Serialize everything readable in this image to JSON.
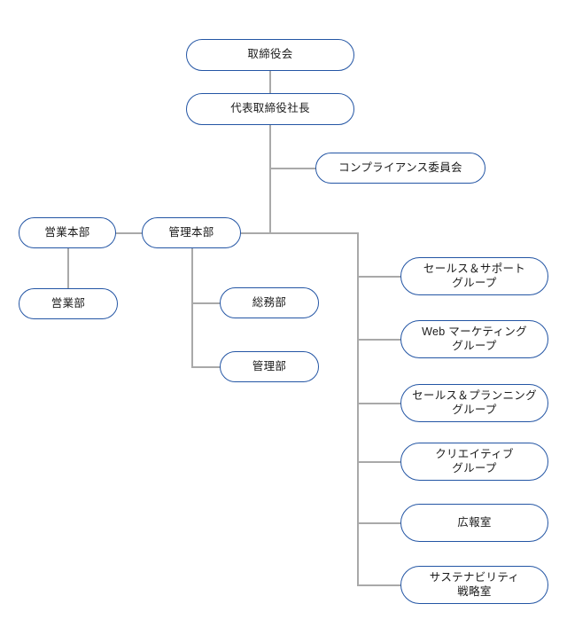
{
  "diagram": {
    "type": "organization-chart",
    "title": "",
    "colors": {
      "node_border": "#2355a4",
      "node_fill": "#ffffff",
      "connector": "#a9a9a9",
      "text": "#1a1a1a"
    },
    "nodes": [
      {
        "id": "board",
        "label": "取締役会",
        "line1": "取締役会",
        "line2": ""
      },
      {
        "id": "president",
        "label": "代表取締役社長",
        "line1": "代表取締役社長",
        "line2": ""
      },
      {
        "id": "compliance",
        "label": "コンプライアンス委員会",
        "line1": "コンプライアンス委員会",
        "line2": ""
      },
      {
        "id": "sales-hq",
        "label": "営業本部",
        "line1": "営業本部",
        "line2": ""
      },
      {
        "id": "admin-hq",
        "label": "管理本部",
        "line1": "管理本部",
        "line2": ""
      },
      {
        "id": "sales-dept",
        "label": "営業部",
        "line1": "営業部",
        "line2": ""
      },
      {
        "id": "general-affairs",
        "label": "総務部",
        "line1": "総務部",
        "line2": ""
      },
      {
        "id": "admin-dept",
        "label": "管理部",
        "line1": "管理部",
        "line2": ""
      },
      {
        "id": "sales-support",
        "label": "セールス＆サポートグループ",
        "line1": "セールス＆サポート",
        "line2": "グループ"
      },
      {
        "id": "web-marketing",
        "label": "Web マーケティンググループ",
        "line1": "Web マーケティング",
        "line2": "グループ"
      },
      {
        "id": "sales-planning",
        "label": "セールス＆プランニンググループ",
        "line1": "セールス＆プランニング",
        "line2": "グループ"
      },
      {
        "id": "creative",
        "label": "クリエイティブグループ",
        "line1": "クリエイティブ",
        "line2": "グループ"
      },
      {
        "id": "pr-office",
        "label": "広報室",
        "line1": "広報室",
        "line2": ""
      },
      {
        "id": "sustainability",
        "label": "サステナビリティ戦略室",
        "line1": "サステナビリティ",
        "line2": "戦略室"
      }
    ],
    "edges": [
      {
        "from": "board",
        "to": "president"
      },
      {
        "from": "president",
        "to": "compliance"
      },
      {
        "from": "president",
        "to": "admin-hq"
      },
      {
        "from": "admin-hq",
        "to": "sales-hq"
      },
      {
        "from": "sales-hq",
        "to": "sales-dept"
      },
      {
        "from": "admin-hq",
        "to": "general-affairs"
      },
      {
        "from": "admin-hq",
        "to": "admin-dept"
      },
      {
        "from": "admin-hq",
        "to": "sales-support"
      },
      {
        "from": "admin-hq",
        "to": "web-marketing"
      },
      {
        "from": "admin-hq",
        "to": "sales-planning"
      },
      {
        "from": "admin-hq",
        "to": "creative"
      },
      {
        "from": "admin-hq",
        "to": "pr-office"
      },
      {
        "from": "admin-hq",
        "to": "sustainability"
      }
    ]
  }
}
